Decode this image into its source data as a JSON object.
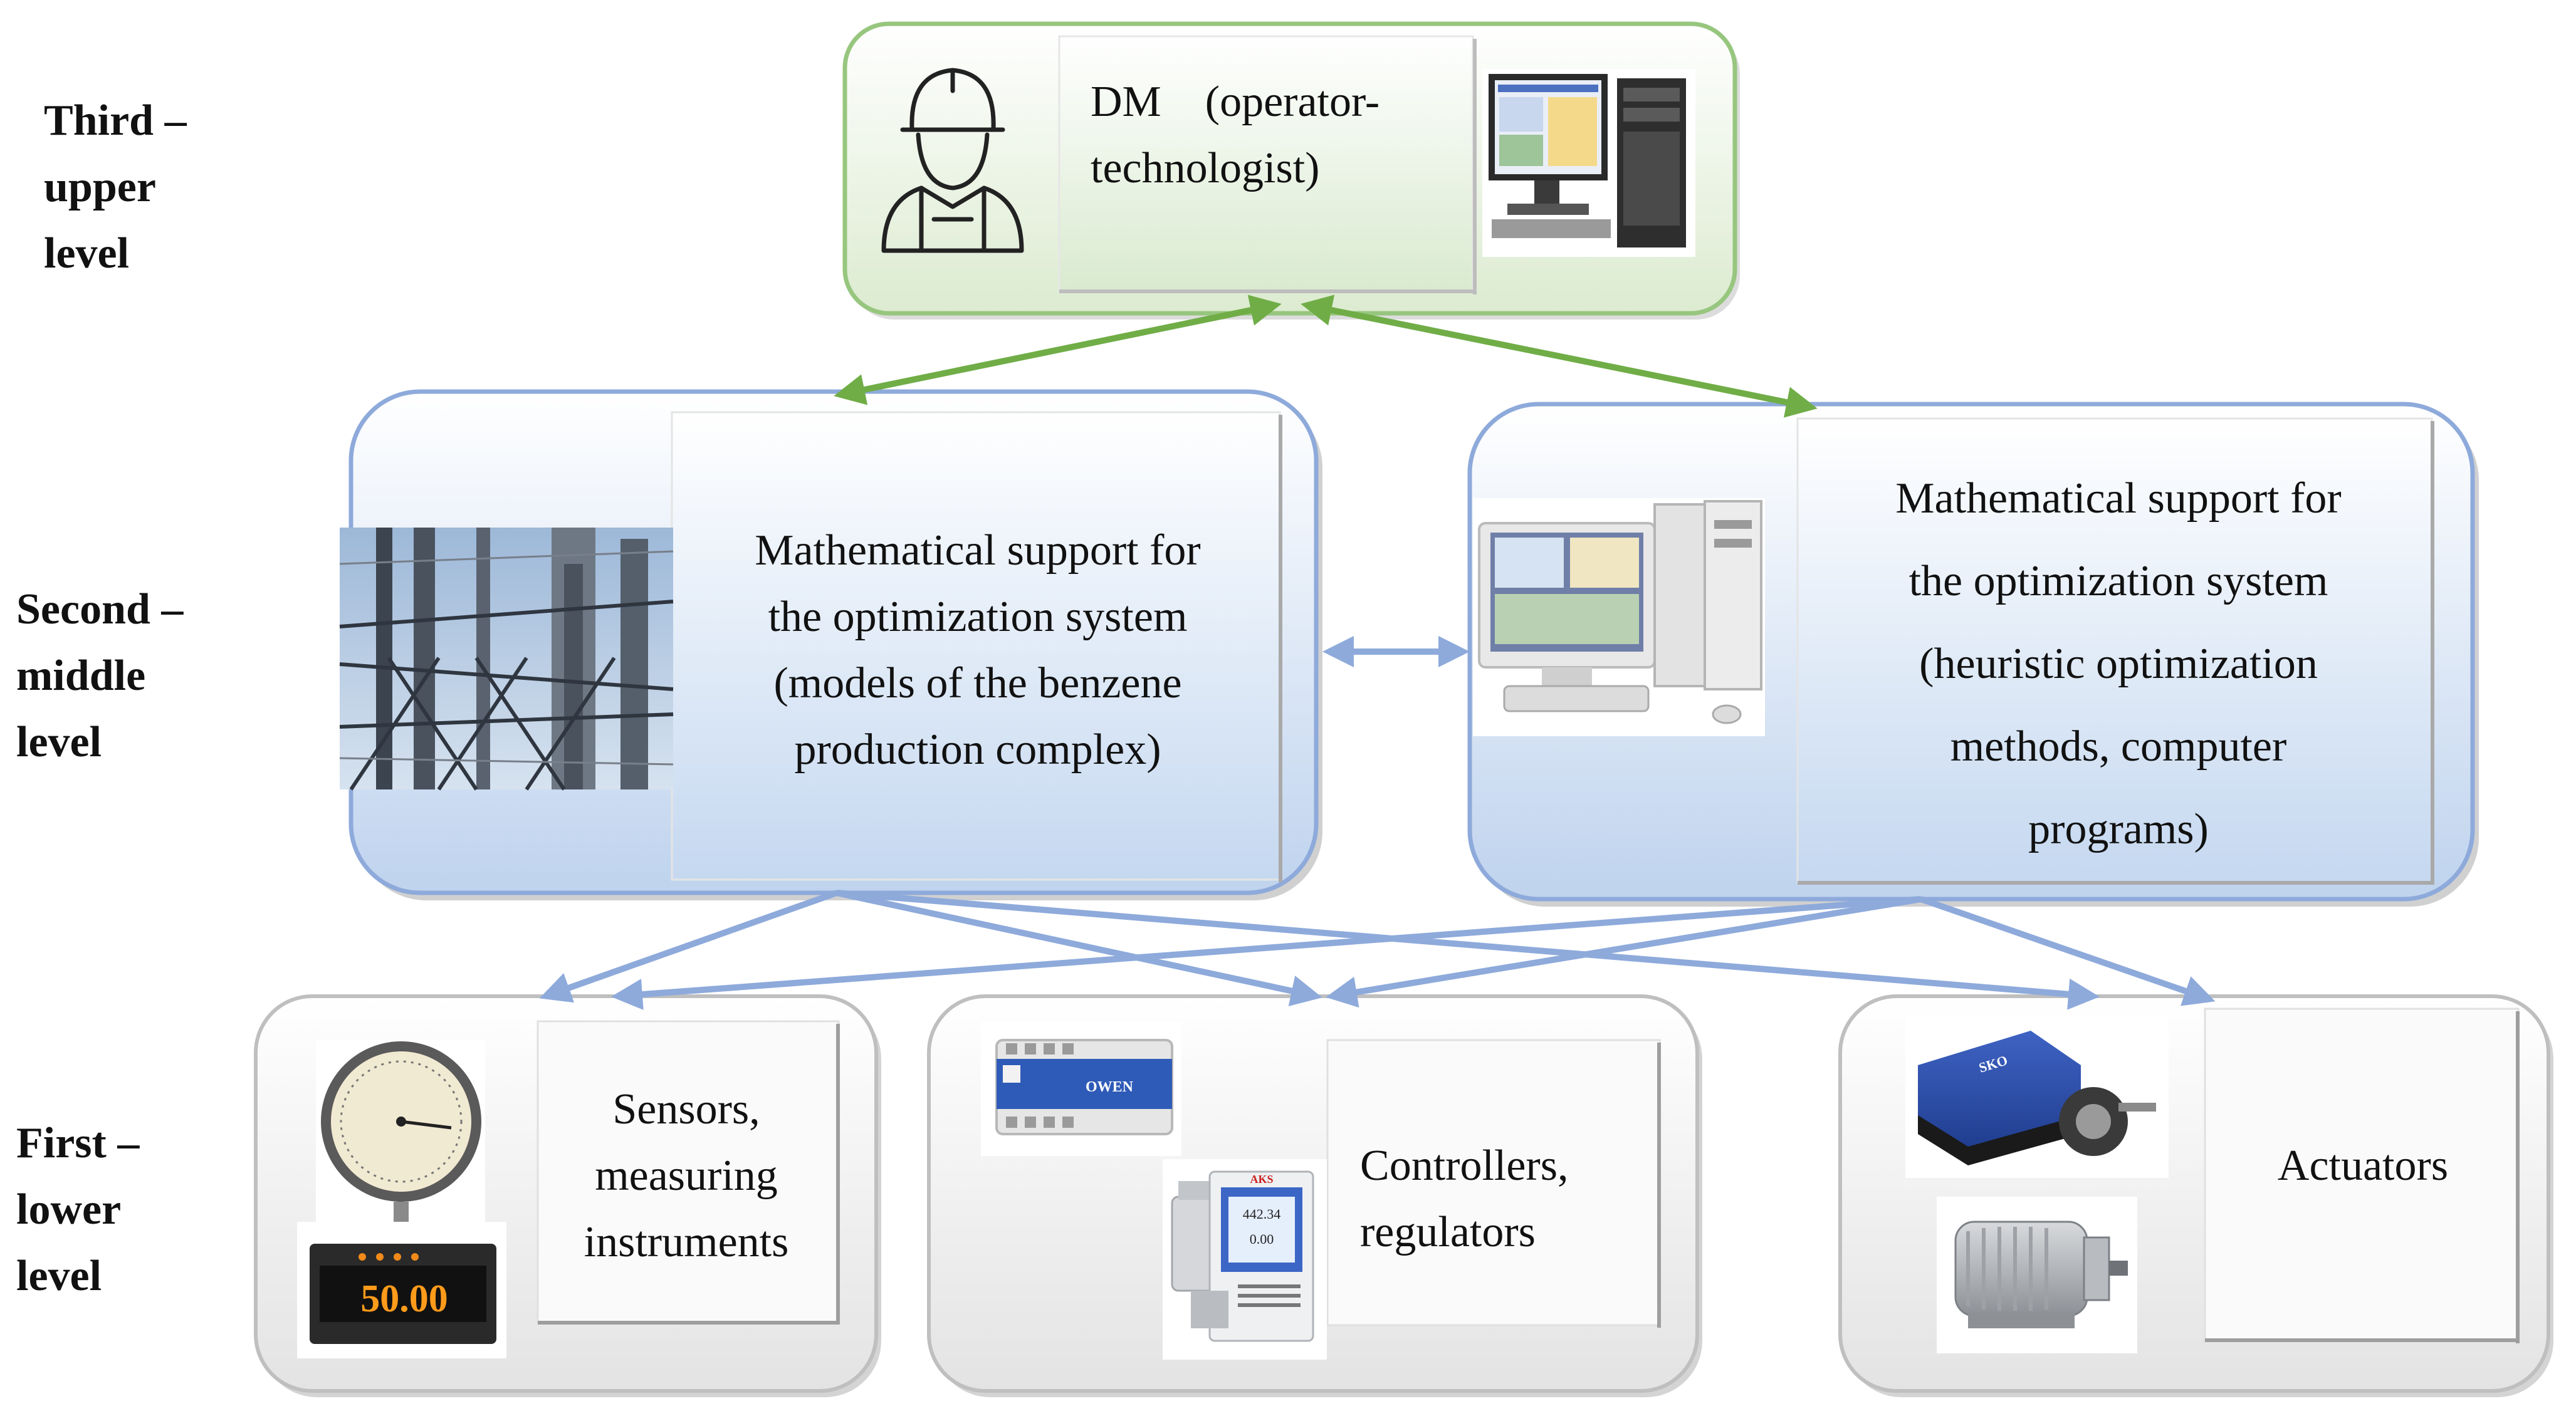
{
  "levels": {
    "third": "Third –\nupper\nlevel",
    "second": "Second –\nmiddle\nlevel",
    "first": "First –\nlower\nlevel"
  },
  "top_box": {
    "text": "DM (operator-\ntechnologist)",
    "line1": "DM",
    "line1b": "(operator-",
    "line2": "technologist)"
  },
  "middle_left_box": {
    "lines": [
      "Mathematical support for",
      "the optimization system",
      "(models of the benzene",
      "production complex)"
    ]
  },
  "middle_right_box": {
    "lines": [
      "Mathematical support for",
      "the optimization system",
      "(heuristic optimization",
      "methods, computer",
      "programs)"
    ]
  },
  "bottom_left_box": {
    "lines": [
      "Sensors,",
      "measuring",
      "instruments"
    ],
    "display_reading": "50.00"
  },
  "bottom_middle_box": {
    "lines": [
      "Controllers,",
      "regulators"
    ],
    "controller_brand": "OWEN",
    "meter_brand": "AKS",
    "meter_value": "442.34",
    "meter_value2": "0.00"
  },
  "bottom_right_box": {
    "lines": [
      "Actuators"
    ],
    "actuator_brand": "SKO"
  },
  "colors": {
    "top_border": "#97c67e",
    "mid_border": "#8eaadb",
    "bottom_border": "#bfbfbf",
    "green_arrow": "#70ad47",
    "blue_arrow": "#8eaadb"
  },
  "icons": [
    "worker-icon",
    "computer-icon",
    "refinery-photo",
    "workstation-icon",
    "pressure-gauge-photo",
    "digital-meter-photo",
    "controller-module-photo",
    "flow-meter-photo",
    "actuator-photo",
    "electric-motor-photo"
  ]
}
